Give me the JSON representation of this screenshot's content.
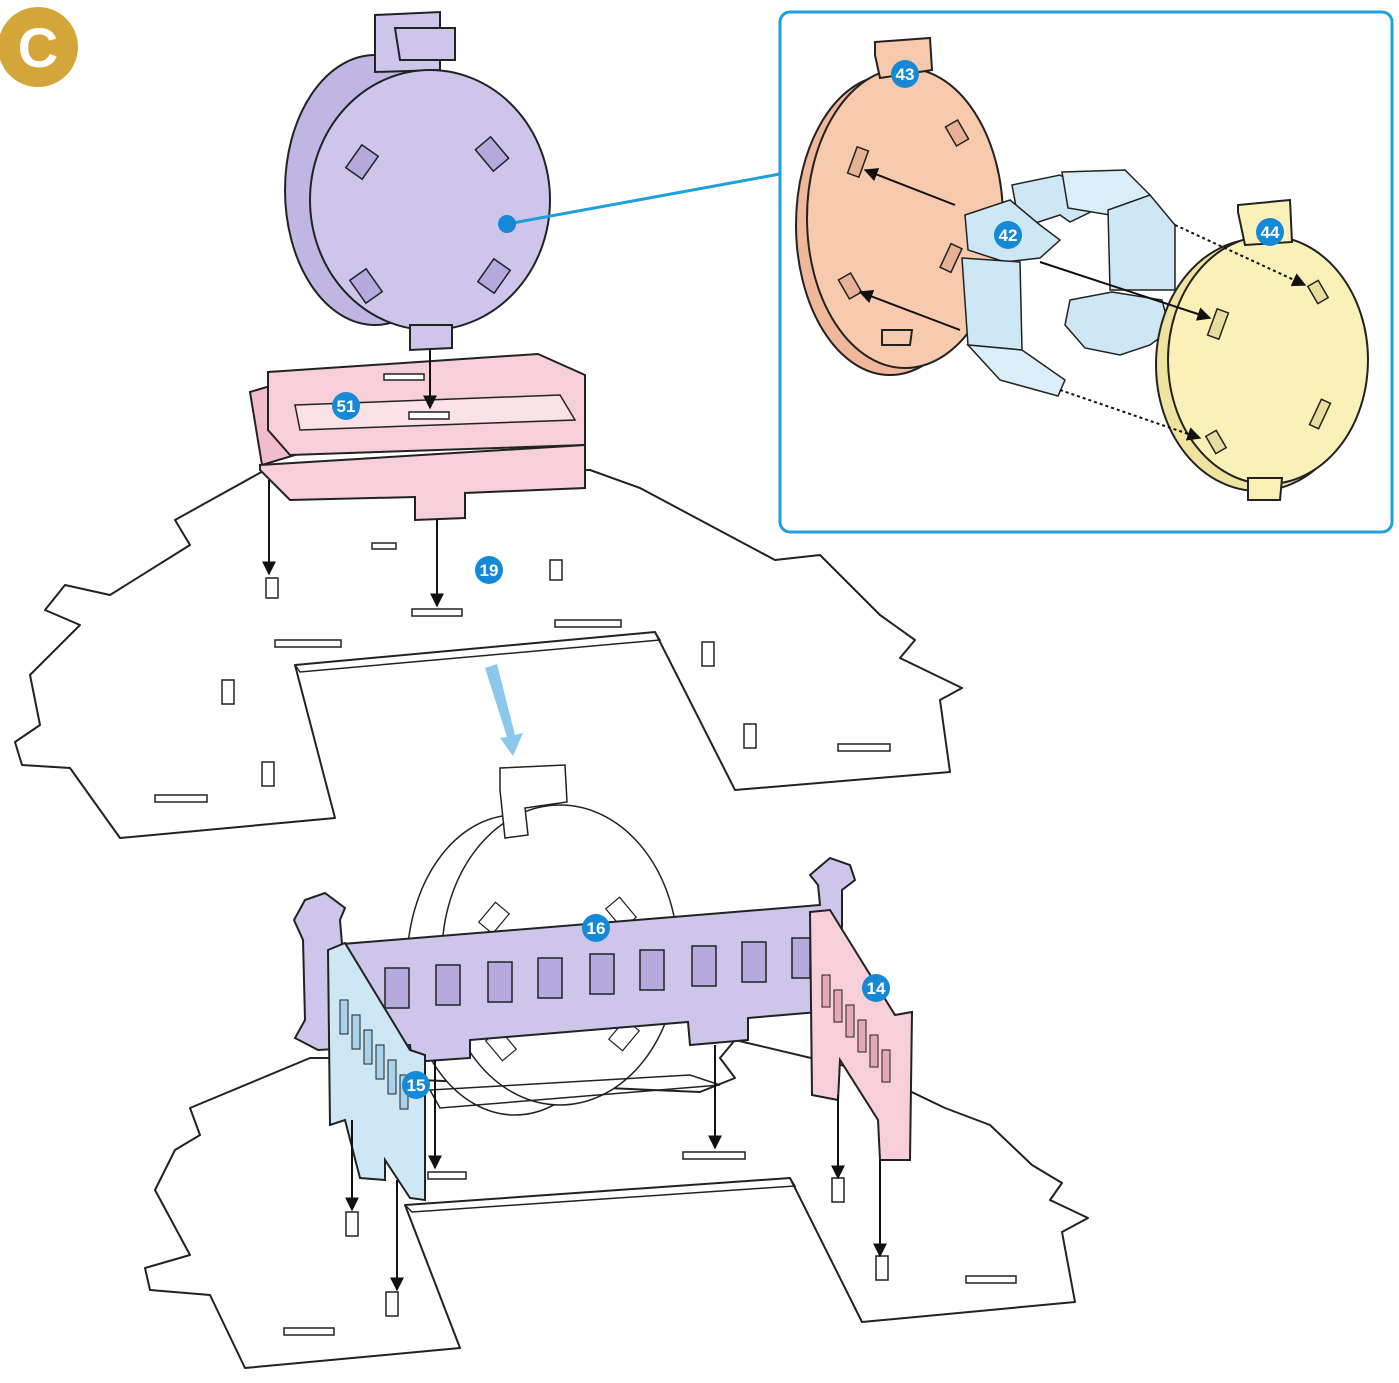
{
  "step": {
    "label": "C",
    "color": "#d4a63a"
  },
  "colors": {
    "purple": "#cdc6ea",
    "pink": "#f6cfd8",
    "peach": "#f7c9ad",
    "yellow": "#f9f1b8",
    "light_blue": "#cde7f4",
    "badge": "#1589d6",
    "callout_border": "#1ea0dc",
    "guide_arrow": "#8cc8ec"
  },
  "parts": {
    "p43": "43",
    "p42": "42",
    "p44": "44",
    "p51": "51",
    "p19": "19",
    "p16": "16",
    "p14": "14",
    "p15": "15"
  }
}
